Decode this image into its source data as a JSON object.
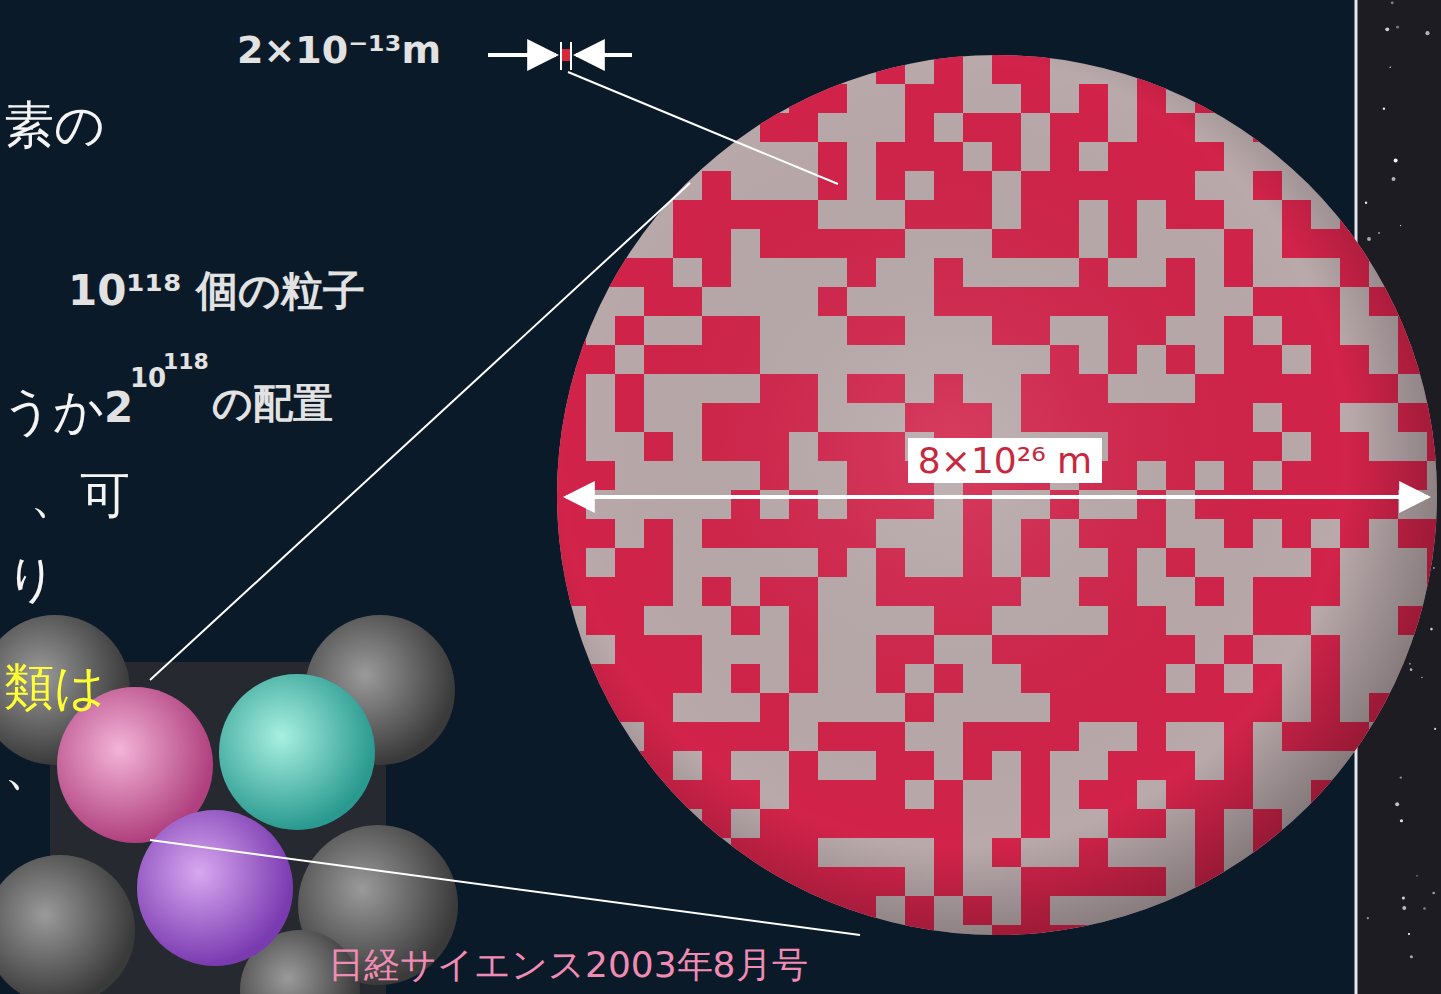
{
  "diagram": {
    "caption": "日経サイエンス2003年8月号",
    "nodes": [
      {
        "text": [
          "8×10²⁶ m"
        ]
      }
    ],
    "edges": [],
    "labels": [
      "2×10⁻¹³m",
      "10¹¹⁸ 個の粒子",
      "2",
      "10",
      "118",
      "の配置",
      "素の",
      "うか",
      "、可",
      "り",
      "類は",
      "、"
    ]
  }
}
